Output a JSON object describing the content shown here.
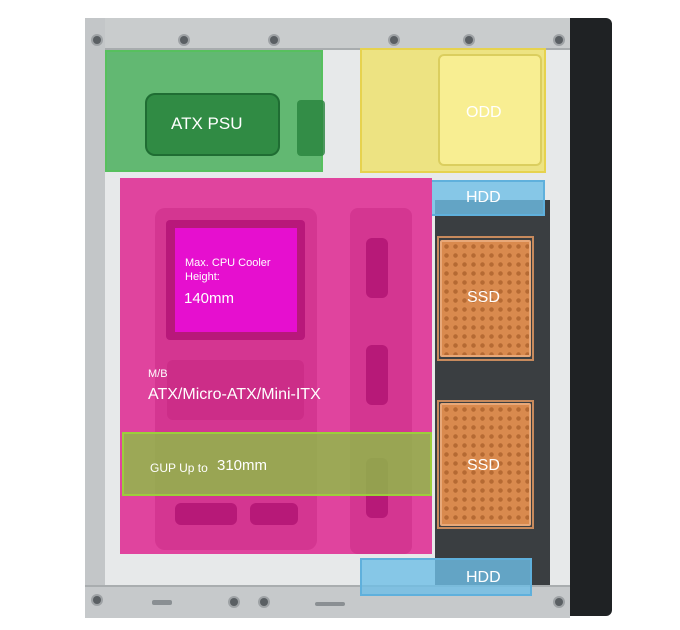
{
  "labels": {
    "psu": "ATX PSU",
    "odd": "ODD",
    "hdd_top": "HDD",
    "hdd_bottom": "HDD",
    "ssd_top": "SSD",
    "ssd_bottom": "SSD",
    "cpu_cooler_line1": "Max. CPU Cooler Height:",
    "cpu_cooler_value": "140mm",
    "mb_prefix": "M/B",
    "mb_value": "ATX/Micro-ATX/Mini-ITX",
    "gpu_prefix": "GUP Up to",
    "gpu_value": "310mm"
  },
  "colors": {
    "psu": "#3caa50",
    "odd": "#f0e15a",
    "hdd": "#6ebee6",
    "motherboard": "#e0449e",
    "cpu": "#e60fcf",
    "gpu": "#8cbe46",
    "ssd": "#d98a4e",
    "side_panel": "#1f2224"
  }
}
